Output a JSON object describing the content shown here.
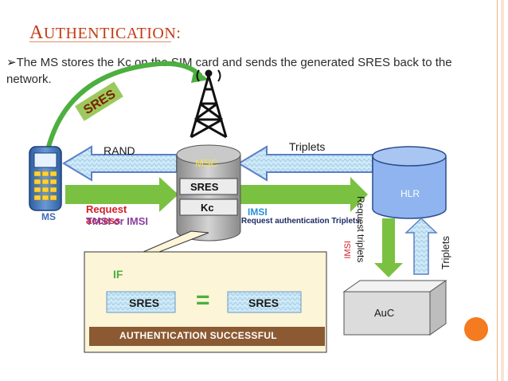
{
  "slide": {
    "title_first": "A",
    "title_rest": "UTHENTICATION:",
    "bullet_marker": "➢",
    "bullet": "The MS stores the Kc on the SIM card and sends the generated SRES back to the network."
  },
  "diagram": {
    "sres_curve_label": "SRES",
    "rand_label": "RAND",
    "triplets_top_label": "Triplets",
    "msc_label": "MSC",
    "msc_sres": "SRES",
    "msc_kc": "Kc",
    "ms_label": "MS",
    "request_access": "Request access",
    "tmsi_or_imsi": "TMSI or IMSI",
    "imsi_label": "IMSI",
    "request_auth_triplets": "Request authentication Triplets",
    "hlr_label": "HLR",
    "request_triplets": "Request triplets",
    "imsi_vertical": "IMSI",
    "triplets_vertical": "Triplets",
    "auc_label": "AuC",
    "if_label": "IF",
    "sres_left": "SRES",
    "equals": "=",
    "sres_right": "SRES",
    "auth_banner": "AUTHENTICATION SUCCESSFUL"
  },
  "colors": {
    "title": "#c53a17",
    "accent_orange": "#f47b20",
    "arrow_blue": "#5b7fc7",
    "arrow_green": "#7ac141",
    "hlr_blue": "#8fb4ef",
    "callout_fill": "#fdf5d8",
    "banner_brown": "#8b5a32",
    "sres_green": "#4caf3f"
  }
}
